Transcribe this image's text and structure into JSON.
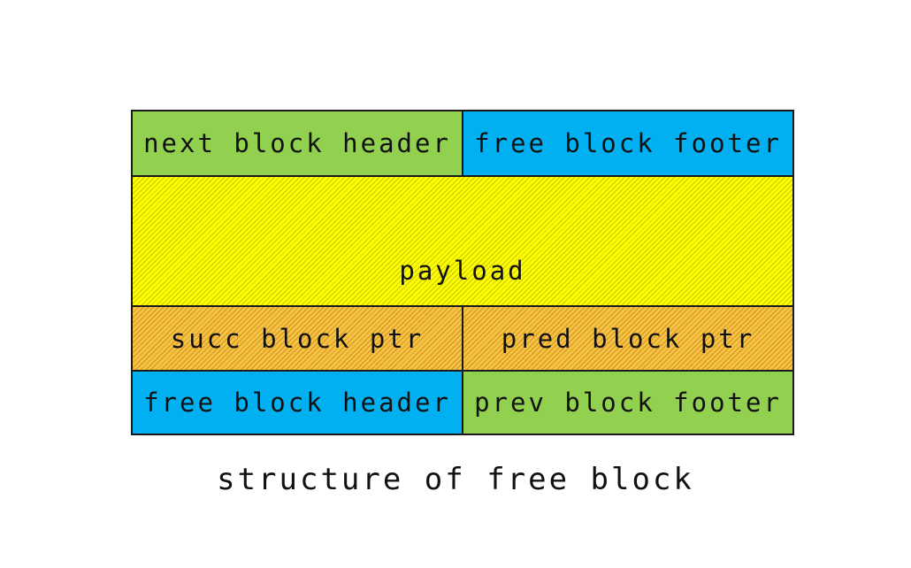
{
  "diagram": {
    "rows": [
      {
        "left": {
          "label": "next block header",
          "color": "#92d050"
        },
        "right": {
          "label": "free block footer",
          "color": "#00b0f0"
        }
      },
      {
        "full": {
          "label": "payload",
          "color": "#ffff00",
          "pattern": "diagonal-hatch"
        }
      },
      {
        "left": {
          "label": "succ block ptr",
          "color": "#f6c445",
          "pattern": "diagonal-hatch"
        },
        "right": {
          "label": "pred block ptr",
          "color": "#f6c445",
          "pattern": "diagonal-hatch"
        }
      },
      {
        "left": {
          "label": "free block header",
          "color": "#00b0f0"
        },
        "right": {
          "label": "prev block footer",
          "color": "#92d050"
        }
      }
    ],
    "caption": "structure of free block"
  }
}
